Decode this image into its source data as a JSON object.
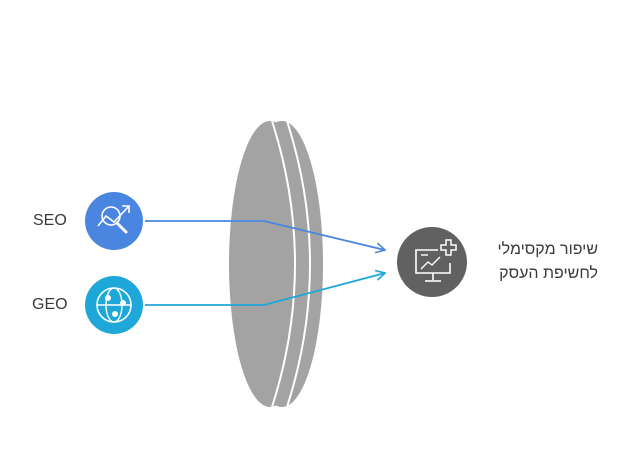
{
  "inputs": [
    {
      "label": "SEO",
      "icon": "chart-search-icon",
      "color": "#4a86e0"
    },
    {
      "label": "GEO",
      "icon": "globe-network-icon",
      "color": "#1ea8d9"
    }
  ],
  "output": {
    "line1": "שיפור מקסימלי",
    "line2": "לחשיפת העסק",
    "icon": "monitor-chart-plus-icon",
    "color": "#616161"
  },
  "lens_color": "#a3a3a3"
}
